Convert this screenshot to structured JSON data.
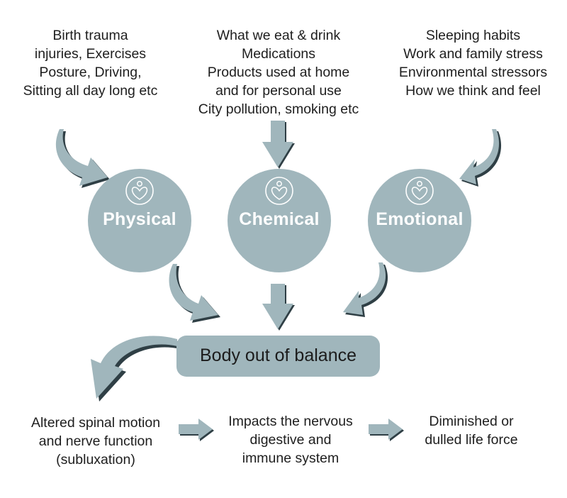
{
  "sources": {
    "physical_causes": [
      "Birth trauma",
      "injuries, Exercises",
      "Posture, Driving,",
      "Sitting all day long etc"
    ],
    "chemical_causes": [
      "What we eat & drink",
      "Medications",
      "Products used at home",
      "and for personal use",
      "City pollution, smoking etc"
    ],
    "emotional_causes": [
      "Sleeping habits",
      "Work and family stress",
      "Environmental stressors",
      "How we think and feel"
    ]
  },
  "stressors": {
    "physical": "Physical",
    "chemical": "Chemical",
    "emotional": "Emotional"
  },
  "central": {
    "label": "Body out of balance"
  },
  "outcomes": {
    "spinal": [
      "Altered spinal motion",
      "and nerve function",
      "(subluxation)"
    ],
    "nervous": [
      "Impacts the nervous",
      "digestive and",
      "immune system"
    ],
    "life_force": [
      "Diminished or",
      "dulled life force"
    ]
  },
  "colors": {
    "circle_fill": "#a0b6bc",
    "arrow_fill": "#a0b6bc",
    "arrow_shadow": "#2f3f45",
    "text": "#1e1e1e"
  },
  "icons": {
    "circle_logo": "heart-figure-logo"
  }
}
